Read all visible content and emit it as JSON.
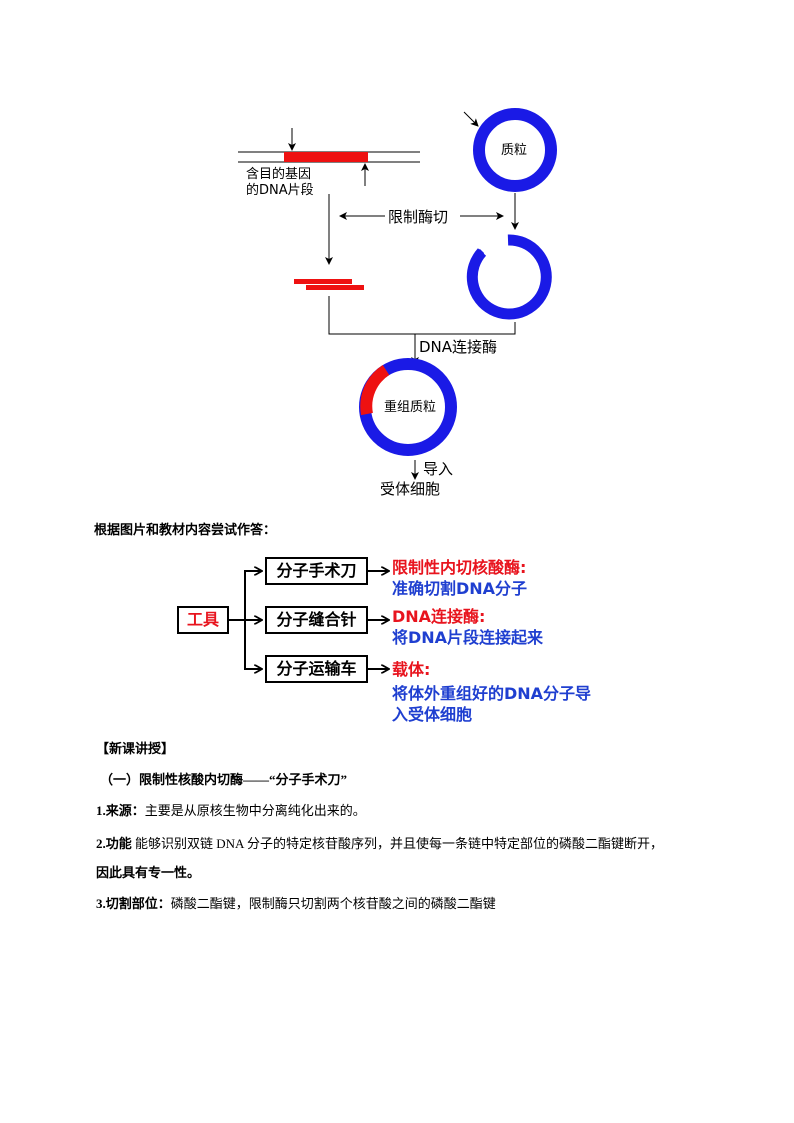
{
  "figure": {
    "dna_fragment_label_line1": "含目的基因",
    "dna_fragment_label_line2": "的DNA片段",
    "plasmid_label": "质粒",
    "restriction_label": "限制酶切",
    "ligase_label": "DNA连接酶",
    "recombinant_plasmid_label": "重组质粒",
    "import_label": "导入",
    "recipient_cell_label": "受体细胞",
    "colors": {
      "dna_red": "#ee1111",
      "plasmid_blue": "#1a1ae6"
    }
  },
  "prompt": "根据图片和教材内容尝试作答：",
  "tools_diagram": {
    "root": "工具",
    "items": [
      {
        "box": "分子手术刀",
        "name": "限制性内切核酸酶:",
        "desc_lines": [
          "准确切割DNA分子"
        ]
      },
      {
        "box": "分子缝合针",
        "name": "DNA连接酶:",
        "desc_lines": [
          "将DNA片段连接起来"
        ]
      },
      {
        "box": "分子运输车",
        "name": "载体:",
        "desc_lines": [
          "将体外重组好的DNA分子导",
          "入受体细胞"
        ]
      }
    ],
    "colors": {
      "name": "#e8141e",
      "desc": "#1f3fd0"
    }
  },
  "lesson": {
    "section_title": "【新课讲授】",
    "subsection_title": "（一）限制性核酸内切酶——“分子手术刀”",
    "points": [
      {
        "label": "1.来源：",
        "text": "主要是从原核生物中分离纯化出来的。"
      },
      {
        "label": "2.功能",
        "text": " 能够识别双链 DNA 分子的特定核苷酸序列，并且使每一条链中特定部位的磷酸二酯键断开，",
        "continuation": "因此具有专一性。"
      },
      {
        "label": "3.切割部位：",
        "text": "磷酸二酯键，限制酶只切割两个核苷酸之间的磷酸二酯键"
      }
    ]
  }
}
